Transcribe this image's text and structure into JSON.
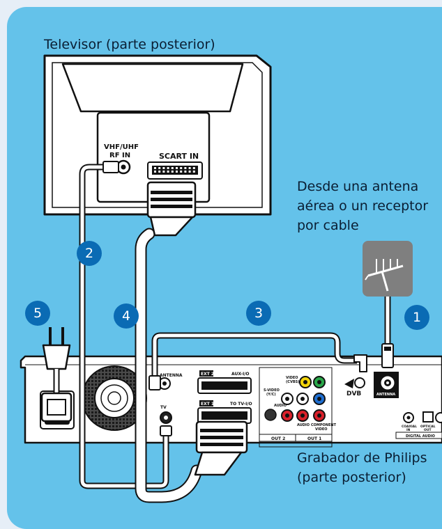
{
  "labels": {
    "tv_title": "Televisor (parte posterior)",
    "source_lines": [
      "Desde una antena",
      "aérea o un receptor",
      "por cable"
    ],
    "recorder_lines": [
      "Grabador de Philips",
      "(parte posterior)"
    ]
  },
  "tv_panel": {
    "rf_lines": [
      "VHF/UHF",
      "RF IN"
    ],
    "scart_label": "SCART IN"
  },
  "steps": [
    "1",
    "2",
    "3",
    "4",
    "5"
  ],
  "recorder_panel": {
    "antenna_small": "ANTENNA",
    "antenna_main": "ANTENNA",
    "tv_out": "TV",
    "ext2": "EXT 2",
    "ext2_desc": "AUX-I/O",
    "ext1": "EXT 1",
    "ext1_desc": "TO TV-I/O",
    "video_cvbs": [
      "VIDEO",
      "(CVBS)"
    ],
    "svideo": [
      "S-VIDEO",
      "(Y/C)"
    ],
    "audio_left": "AUDIO",
    "audio_right": "AUDIO",
    "component": [
      "COMPONENT",
      "VIDEO"
    ],
    "out2": "OUT 2",
    "out1": "OUT 1",
    "dvb": "DVB",
    "coaxial": [
      "COAXIAL",
      "IN"
    ],
    "optical": [
      "OPTICAL",
      "OUT"
    ],
    "digital_audio": "DIGITAL AUDIO"
  },
  "colors": {
    "background": "#64c2ea",
    "page": "#e6eef7",
    "badge": "#0a6bb4",
    "cable": "#ffffff",
    "jack_yellow": "#f2d40a",
    "jack_red": "#d9202a",
    "jack_green": "#2aa84a",
    "jack_blue": "#1f6fd1"
  },
  "icons": [
    "antenna-icon",
    "power-plug-icon",
    "fan-grille-icon"
  ]
}
